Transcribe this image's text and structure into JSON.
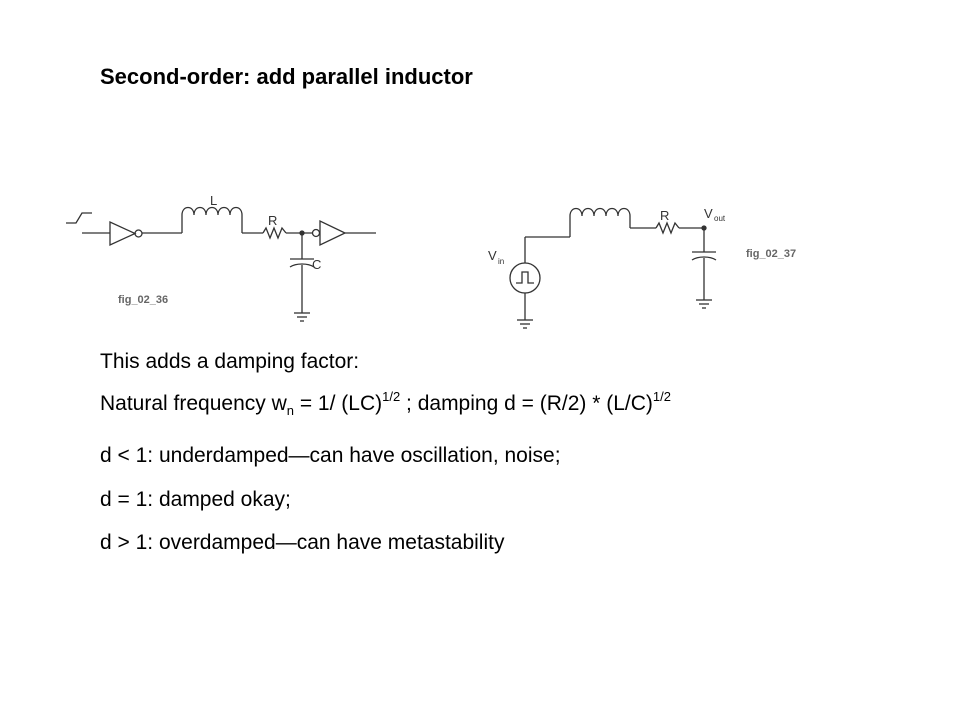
{
  "slide": {
    "title": "Second-order:  add parallel inductor"
  },
  "figures": {
    "left": {
      "label": "fig_02_36",
      "inductor_label": "L",
      "resistor_label": "R",
      "capacitor_label": "C"
    },
    "right": {
      "label": "fig_02_37",
      "resistor_label": "R",
      "vin_main": "V",
      "vin_sub": "in",
      "vout_main": "V",
      "vout_sub": "out"
    }
  },
  "content": {
    "intro": "This adds a damping factor:",
    "formula": {
      "part1": "Natural frequency w",
      "sub_n": "n",
      "part2": " = 1/ (LC)",
      "exp1": "1/2",
      "part3": " ; damping d = (R/2) * (L/C)",
      "exp2": "1/2"
    },
    "cases": [
      "d < 1: underdamped—can have oscillation, noise;",
      "d = 1: damped okay;",
      "d > 1: overdamped—can have metastability"
    ]
  }
}
